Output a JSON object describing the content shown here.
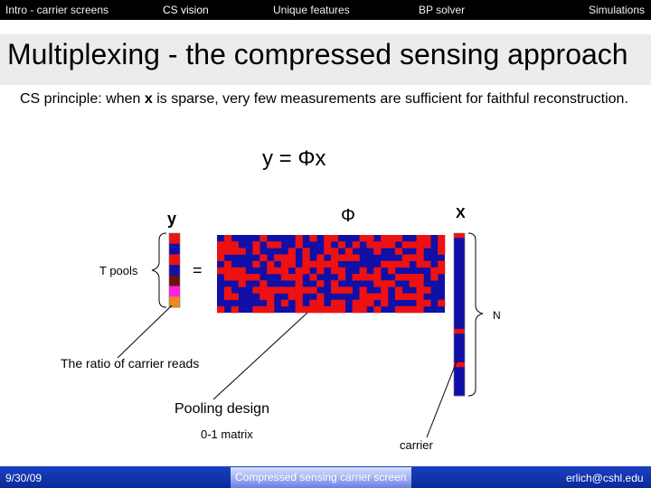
{
  "nav": {
    "items": [
      "Intro - carrier screens",
      "CS vision",
      "Unique features",
      "BP solver",
      "Simulations"
    ],
    "active_index": 1
  },
  "title": "Multiplexing - the compressed sensing approach",
  "principle": {
    "prefix": "CS principle: when ",
    "var": "x",
    "suffix": " is sparse, very few measurements are sufficient for faithful reconstruction."
  },
  "equation": "y = Φx",
  "labels": {
    "y": "y",
    "phi": "Φ",
    "x": "X",
    "t_pools": "T pools",
    "equals": "=",
    "n": "N",
    "ratio": "The ratio of carrier reads",
    "pooling": "Pooling design",
    "matrix": "0-1 matrix",
    "carrier": "carrier"
  },
  "colors": {
    "red": "#ee1111",
    "blue": "#1010a8",
    "magenta": "#ff22dd",
    "brown": "#6b1010",
    "orange": "#ee8822",
    "bar": "#000000",
    "foot_bar": "#1a3fc0"
  },
  "y_vector": [
    "red",
    "blue",
    "red",
    "blue",
    "brown",
    "magenta",
    "orange"
  ],
  "x_vector": [
    "red",
    "blue",
    "blue",
    "blue",
    "blue",
    "blue",
    "blue",
    "blue",
    "blue",
    "blue",
    "blue",
    "blue",
    "blue",
    "blue",
    "blue",
    "blue",
    "blue",
    "blue",
    "blue",
    "blue",
    "red",
    "blue",
    "blue",
    "blue",
    "blue",
    "blue",
    "blue",
    "red",
    "blue",
    "blue",
    "blue",
    "blue",
    "blue",
    "blue"
  ],
  "footer": {
    "date": "9/30/09",
    "center": "Compressed sensing carrier screen",
    "email": "erlich@cshl.edu"
  }
}
